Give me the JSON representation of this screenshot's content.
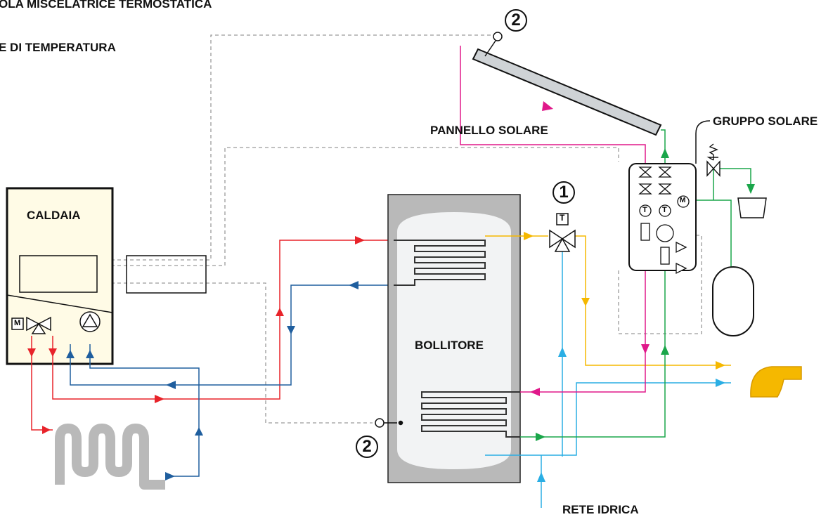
{
  "labels": {
    "title_partial_1": "OLA MISCELATRICE TERMOSTATICA",
    "title_partial_2": "E DI TEMPERATURA",
    "pannello": "PANNELLO SOLARE",
    "gruppo": "GRUPPO SOLARE",
    "caldaia": "CALDAIA",
    "bollitore": "BOLLITORE",
    "rete": "RETE IDRICA",
    "num_1": "1",
    "num_2_top": "2",
    "num_2_bottom": "2",
    "sym_t": "T",
    "sym_m": "M"
  },
  "colors": {
    "hot_red": "#e8232a",
    "return_blue": "#1f5e9e",
    "solar_magenta": "#e0188a",
    "solar_green": "#1aa64a",
    "dhw_yellow": "#f5b800",
    "cold_cyan": "#2aaee4",
    "signal_grey": "#9a9a9a",
    "tank_grey": "#b9b9b9"
  },
  "icons": [
    "faucet-icon",
    "pump-icon",
    "valve-icon",
    "expansion-vessel-icon",
    "sensor-icon",
    "solar-panel-icon",
    "radiator-icon"
  ]
}
